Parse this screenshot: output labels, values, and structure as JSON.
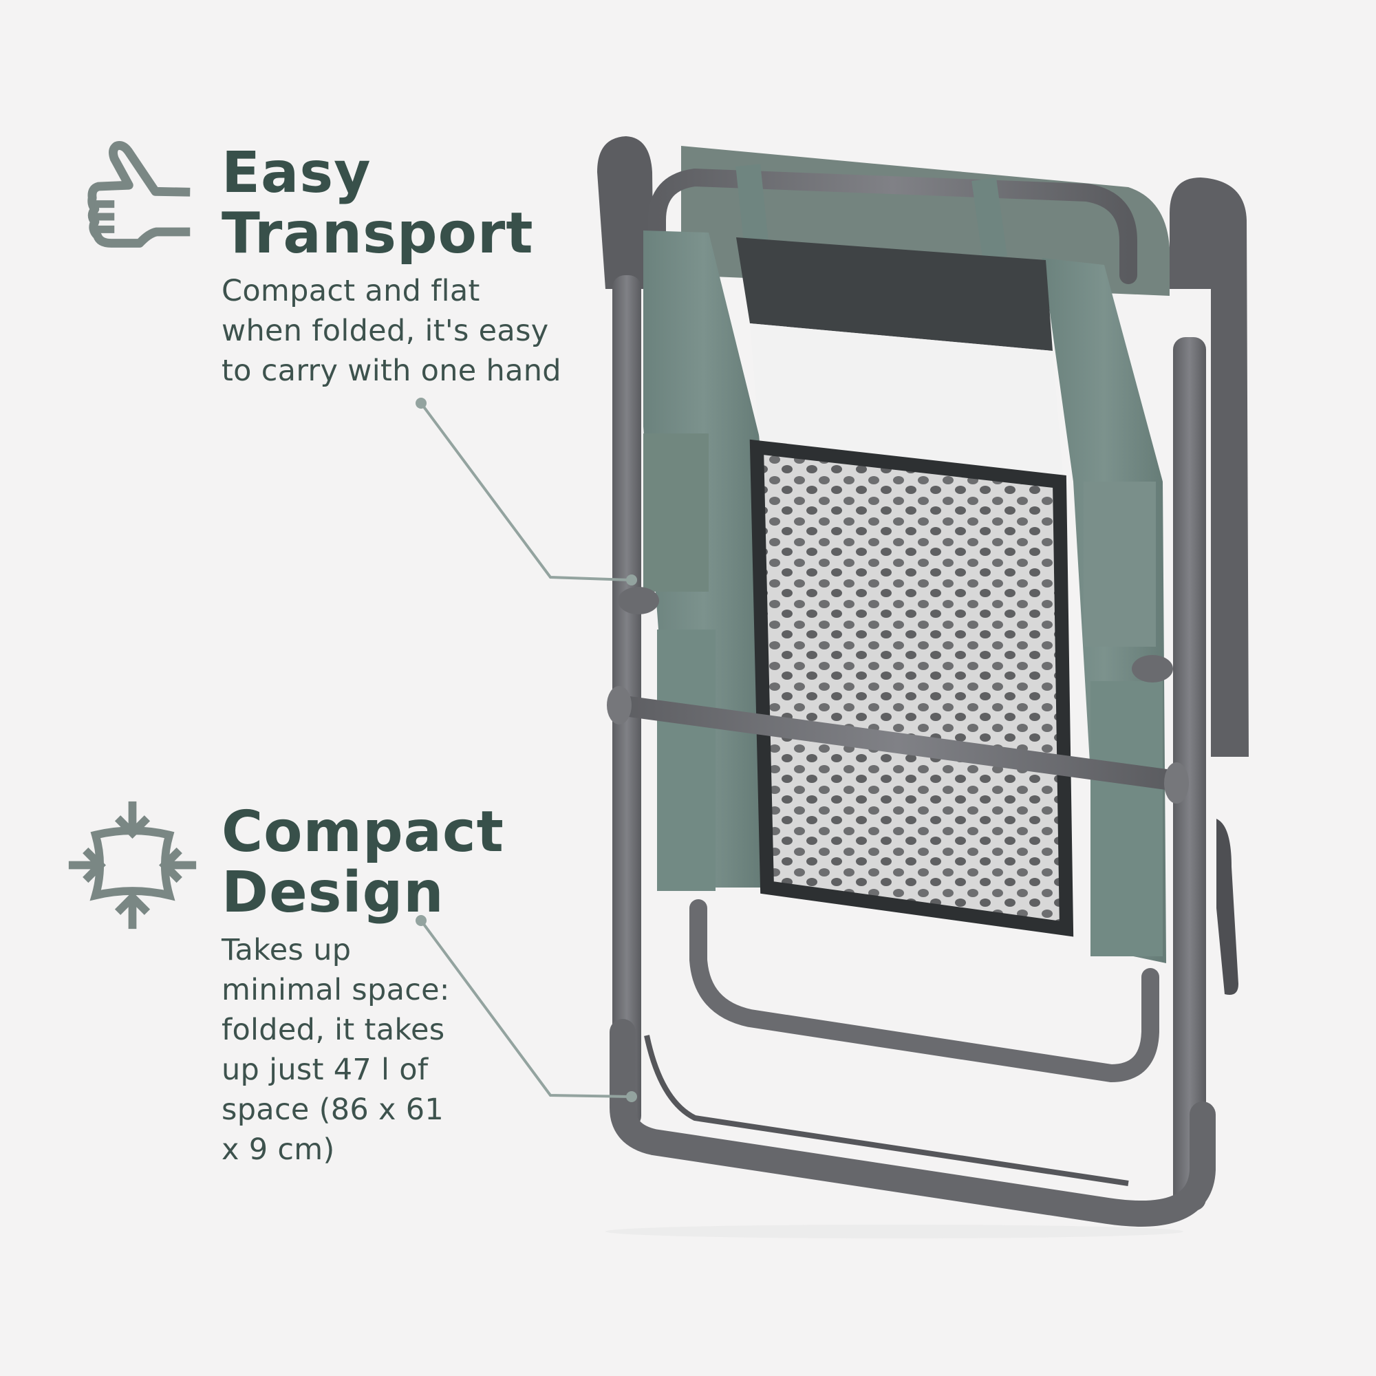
{
  "colors": {
    "background": "#f4f3f3",
    "heading_text": "#38504a",
    "body_text": "#3d524d",
    "icon": "#7a8784",
    "callout_line": "#93a39f",
    "chair_frame": "#6e6f73",
    "chair_fabric": "#6f8782",
    "chair_mesh_dark": "#3e4143"
  },
  "features": [
    {
      "id": "easy-transport",
      "icon": "thumbs-up-icon",
      "heading_lines": [
        "Easy",
        "Transport"
      ],
      "body_lines": [
        "Compact and flat",
        "when folded, it's easy",
        "to carry with one hand"
      ]
    },
    {
      "id": "compact-design",
      "icon": "compress-arrows-icon",
      "heading_lines": [
        "Compact",
        "Design"
      ],
      "body_lines": [
        "Takes up",
        "minimal space:",
        "folded, it takes",
        "up just 47 l of",
        "space (86 x 61",
        "x 9 cm)"
      ]
    }
  ],
  "product": {
    "name": "folded-camping-chair",
    "folded_volume": "47 l",
    "folded_dimensions": "86 x 61 x 9 cm"
  }
}
